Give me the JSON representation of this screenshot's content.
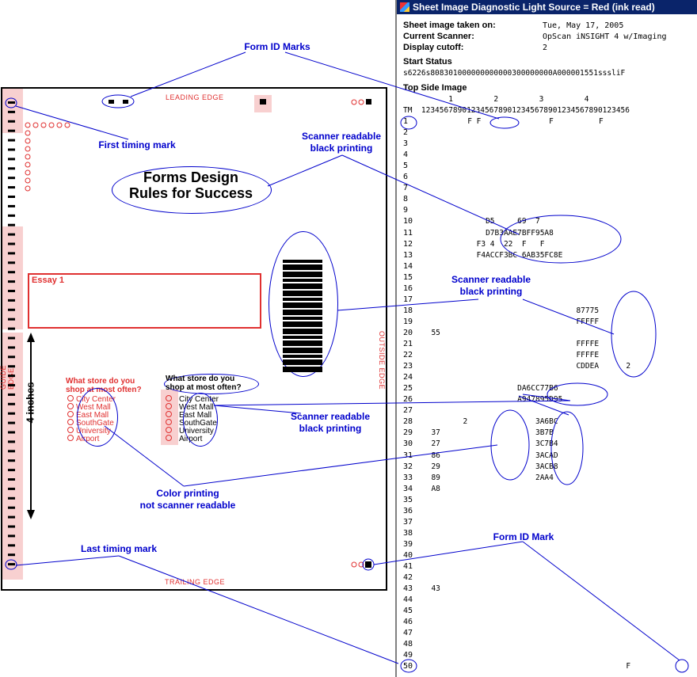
{
  "form": {
    "leading_edge": "LEADING EDGE",
    "trailing_edge": "TRAILING EDGE",
    "guide_edge": "GUIDE EDGE",
    "outside_edge": "OUTSIDE EDGE",
    "title_line1": "Forms Design",
    "title_line2": "Rules for Success",
    "essay_label": "Essay 1",
    "measure_label": "4 inches",
    "question_red_line1": "What store do you",
    "question_red_line2": "shop at most often?",
    "question_black_line1": "What store do you",
    "question_black_line2": "shop at most often?",
    "options": [
      "City Center",
      "West Mall",
      "East Mall",
      "SouthGate",
      "University",
      "Airport"
    ]
  },
  "callouts": {
    "form_id_marks": "Form ID Marks",
    "first_timing_mark": "First timing mark",
    "scanner_readable_1_line1": "Scanner readable",
    "scanner_readable_1_line2": "black printing",
    "scanner_readable_2_line1": "Scanner readable",
    "scanner_readable_2_line2": "black printing",
    "scanner_readable_3_line1": "Scanner readable",
    "scanner_readable_3_line2": "black printing",
    "color_printing_line1": "Color printing",
    "color_printing_line2": "not scanner readable",
    "last_timing_mark": "Last timing mark",
    "form_id_mark": "Form ID Mark"
  },
  "diagnostic": {
    "window_title": "Sheet Image Diagnostic   Light Source = Red (ink read)",
    "taken_on_label": "Sheet image taken on:",
    "taken_on_value": "Tue, May 17, 2005",
    "scanner_label": "Current Scanner:",
    "scanner_value": "OpScan iNSIGHT 4 w/Imaging",
    "cutoff_label": "Display cutoff:",
    "cutoff_value": "2",
    "start_status_label": "Start Status",
    "start_status_value": "s6226s808301000000000000300000000A000001551sssliF",
    "top_side_label": "Top Side Image",
    "ruler_tens": "          1         2         3         4",
    "ruler_units": "TM  1234567890123456789012345678901234567890123456",
    "tm_label": "TM",
    "rows": [
      {
        "n": "1",
        "d": "          F F               F          F"
      },
      {
        "n": "2",
        "d": ""
      },
      {
        "n": "3",
        "d": ""
      },
      {
        "n": "4",
        "d": ""
      },
      {
        "n": "5",
        "d": ""
      },
      {
        "n": "6",
        "d": ""
      },
      {
        "n": "7",
        "d": ""
      },
      {
        "n": "8",
        "d": ""
      },
      {
        "n": "9",
        "d": ""
      },
      {
        "n": "10",
        "d": "              D5     69  7"
      },
      {
        "n": "11",
        "d": "              D7B3AAE7BFF95A8"
      },
      {
        "n": "12",
        "d": "            F3 4  22  F   F"
      },
      {
        "n": "13",
        "d": "            F4ACCF3BC 6AB35FC8E"
      },
      {
        "n": "14",
        "d": ""
      },
      {
        "n": "15",
        "d": ""
      },
      {
        "n": "16",
        "d": ""
      },
      {
        "n": "17",
        "d": ""
      },
      {
        "n": "18",
        "d": "                                  87775"
      },
      {
        "n": "19",
        "d": "                                  FFFFF"
      },
      {
        "n": "20",
        "d": "  55"
      },
      {
        "n": "21",
        "d": "                                  FFFFE"
      },
      {
        "n": "22",
        "d": "                                  FFFFE"
      },
      {
        "n": "23",
        "d": "                                  CDDEA      2"
      },
      {
        "n": "24",
        "d": ""
      },
      {
        "n": "25",
        "d": "                     DA6CC77B6"
      },
      {
        "n": "26",
        "d": "                     A947895D95"
      },
      {
        "n": "27",
        "d": ""
      },
      {
        "n": "28",
        "d": "         2               3A6BC"
      },
      {
        "n": "29",
        "d": "  37                     3B7B"
      },
      {
        "n": "30",
        "d": "  27                     3C7B4"
      },
      {
        "n": "31",
        "d": "  86                     3ACAD"
      },
      {
        "n": "32",
        "d": "  29                     3ACB8"
      },
      {
        "n": "33",
        "d": "  89                     2AA4"
      },
      {
        "n": "34",
        "d": "  A8"
      },
      {
        "n": "35",
        "d": ""
      },
      {
        "n": "36",
        "d": ""
      },
      {
        "n": "37",
        "d": ""
      },
      {
        "n": "38",
        "d": ""
      },
      {
        "n": "39",
        "d": ""
      },
      {
        "n": "40",
        "d": ""
      },
      {
        "n": "41",
        "d": ""
      },
      {
        "n": "42",
        "d": ""
      },
      {
        "n": "43",
        "d": "  43"
      },
      {
        "n": "44",
        "d": ""
      },
      {
        "n": "45",
        "d": ""
      },
      {
        "n": "46",
        "d": ""
      },
      {
        "n": "47",
        "d": ""
      },
      {
        "n": "48",
        "d": ""
      },
      {
        "n": "49",
        "d": ""
      },
      {
        "n": "50",
        "d": "                                             F"
      }
    ]
  },
  "colors": {
    "callout_blue": "#0000cc",
    "form_red": "#e03030",
    "pink": "#f8d0d0",
    "titlebar": "#0a246a"
  }
}
